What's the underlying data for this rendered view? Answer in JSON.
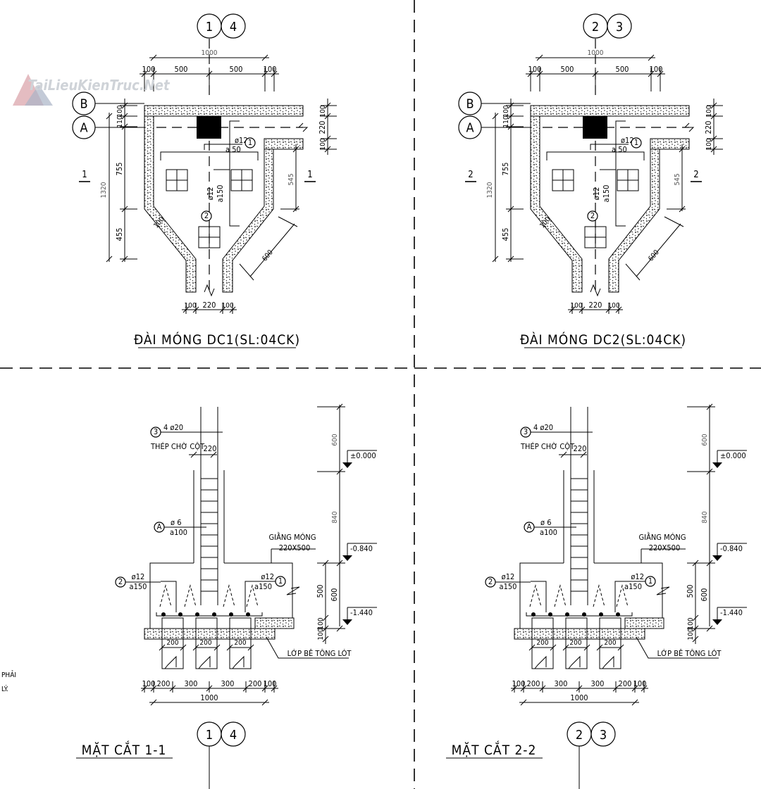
{
  "watermark": "TaiLieuKienTruc.Net",
  "side_note": [
    "PHẢI",
    "LÝ."
  ],
  "plans": [
    {
      "title": "ĐÀI MÓNG DC1(SL:04CK)",
      "grid": [
        "1",
        "4"
      ],
      "section_mark": "1"
    },
    {
      "title": "ĐÀI MÓNG DC2(SL:04CK)",
      "grid": [
        "2",
        "3"
      ],
      "section_mark": "2"
    }
  ],
  "plan_labels": {
    "grid_rows": [
      "B",
      "A"
    ],
    "top_total": "1000",
    "top_dims": [
      "100",
      "500",
      "500",
      "100"
    ],
    "left_dims": [
      "100",
      "110",
      "755",
      "455"
    ],
    "left_total": "1320",
    "right_dims": [
      "100",
      "220",
      "100"
    ],
    "right_inner": "545",
    "diag": "600",
    "wall_thk": "100",
    "bottom_dims": [
      "100",
      "220",
      "100"
    ],
    "rebar1": {
      "dia": "ø12",
      "spacing": "a 50",
      "mark": "1"
    },
    "rebar2": {
      "dia": "ø12",
      "spacing": "a150",
      "mark": "2"
    }
  },
  "sections": [
    {
      "title": "MẶT CẮT 1-1",
      "grid": [
        "1",
        "4"
      ]
    },
    {
      "title": "MẶT CẮT 2-2",
      "grid": [
        "2",
        "3"
      ]
    }
  ],
  "section_labels": {
    "col_bars": {
      "mark": "3",
      "text": "4 ø20",
      "note": "THÉP CHỜ CỘT"
    },
    "col_width": "220",
    "stirrup": {
      "mark": "A",
      "dia": "ø 6",
      "spacing": "a100"
    },
    "beam": {
      "name": "GIẰNG MÓNG",
      "size": "220X500"
    },
    "bar2": {
      "mark": "2",
      "dia": "ø12",
      "spacing": "a150"
    },
    "bar1": {
      "mark": "1",
      "dia": "ø12",
      "spacing": "a150"
    },
    "levels": [
      "±0.000",
      "-0.840",
      "-1.440"
    ],
    "elev_dims": [
      "600",
      "840",
      "600"
    ],
    "inner_dims": [
      "500",
      "100",
      "100"
    ],
    "pile_dims": [
      "200",
      "200",
      "200"
    ],
    "blinding": "LỚP BÊ TÔNG LÓT",
    "bottom_dims": [
      "100",
      "200",
      "300",
      "300",
      "200",
      "100"
    ],
    "bottom_total": "1000"
  }
}
